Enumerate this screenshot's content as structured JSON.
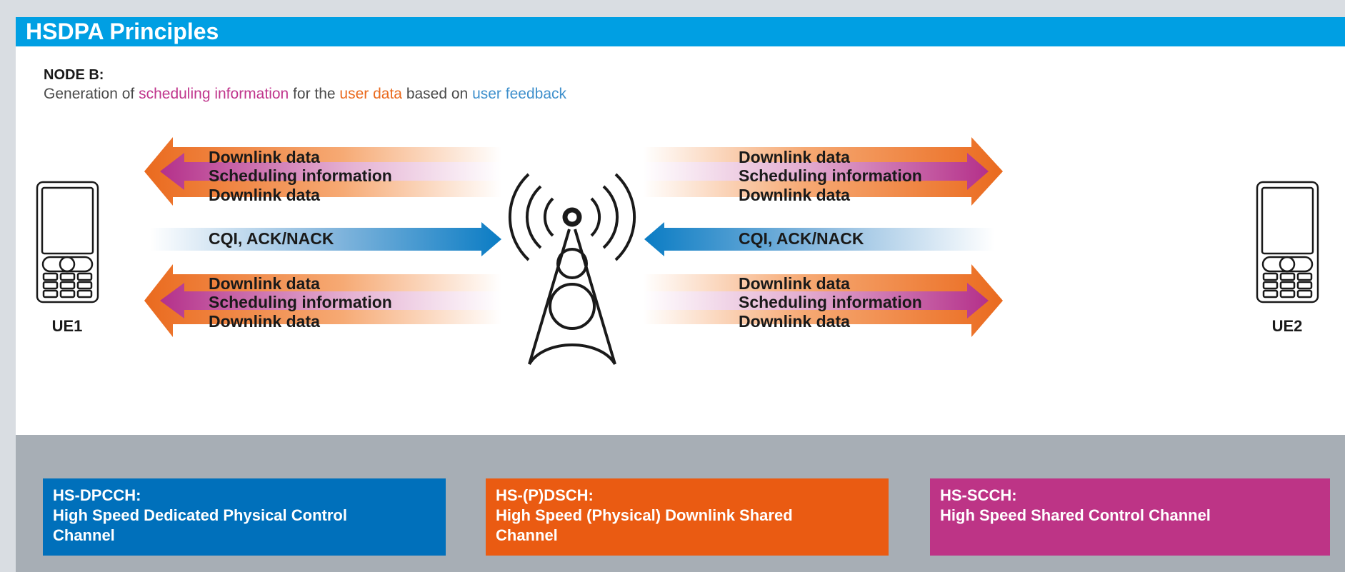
{
  "title": "HSDPA Principles",
  "node": {
    "heading": "NODE B:",
    "desc_parts": [
      "Generation of ",
      "scheduling information",
      " for the ",
      "user data",
      " based on ",
      "user feedback"
    ]
  },
  "arrows": {
    "downlink": "Downlink data",
    "scheduling": "Scheduling information",
    "feedback": "CQI, ACK/NACK"
  },
  "ue": {
    "left": "UE1",
    "right": "UE2"
  },
  "channels": [
    {
      "name": "HS-DPCCH:",
      "line1": "High Speed Dedicated Physical Control",
      "line2": "Channel"
    },
    {
      "name": "HS-(P)DSCH:",
      "line1": "High Speed (Physical) Downlink Shared",
      "line2": "Channel"
    },
    {
      "name": "HS-SCCH:",
      "line1": "High Speed Shared Control Channel",
      "line2": ""
    }
  ],
  "colors": {
    "header": "#009fe3",
    "downlink": "#ea6a1e",
    "scheduling": "#c0358c",
    "feedback": "#0a7cc4",
    "hs_dpcch": "#0070bb",
    "hs_pdsch": "#ea5b12",
    "hs_scch": "#bd3486"
  },
  "icons": [
    "mobile-phone-icon",
    "radio-tower-icon"
  ]
}
